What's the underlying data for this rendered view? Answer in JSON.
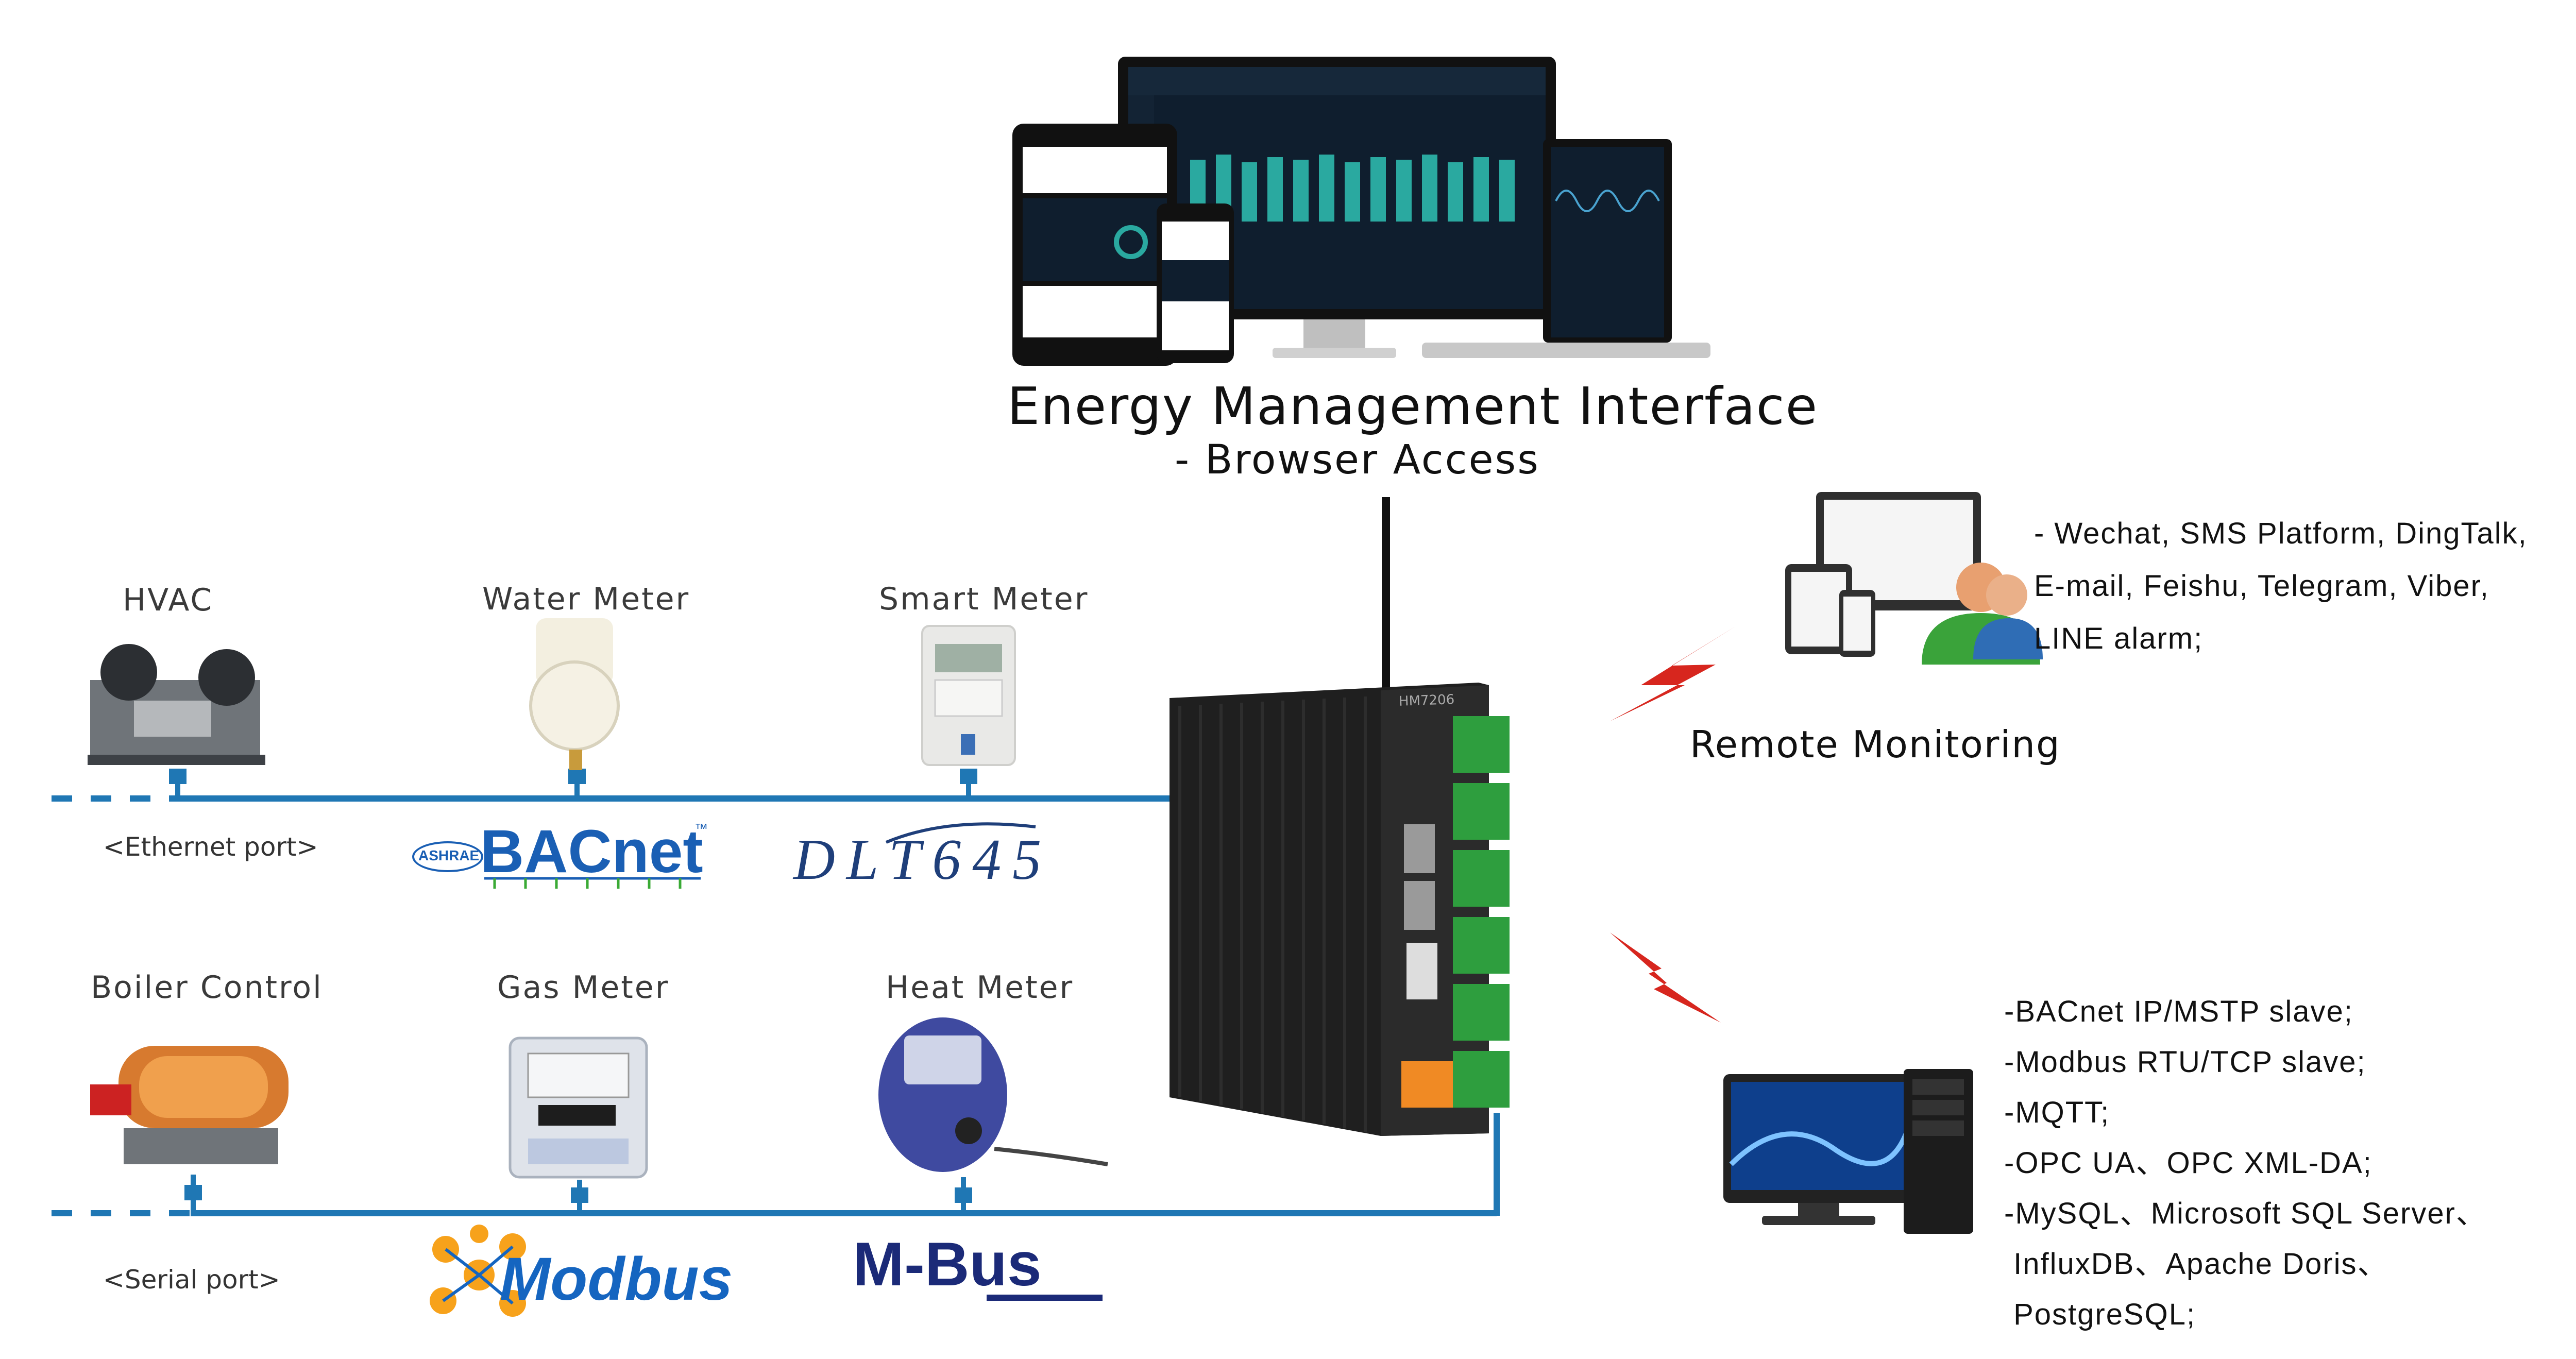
{
  "interface": {
    "title": "Energy Management Interface",
    "subtitle": "- Browser Access"
  },
  "devices_top": [
    {
      "label": "HVAC",
      "icon": "hvac-chiller-icon"
    },
    {
      "label": "Water Meter",
      "icon": "water-meter-icon"
    },
    {
      "label": "Smart Meter",
      "icon": "smart-meter-icon"
    }
  ],
  "devices_bottom": [
    {
      "label": "Boiler Control",
      "icon": "boiler-icon"
    },
    {
      "label": "Gas Meter",
      "icon": "gas-meter-icon"
    },
    {
      "label": "Heat Meter",
      "icon": "heat-meter-icon"
    }
  ],
  "ports": {
    "ethernet": "<Ethernet port>",
    "serial": "<Serial port>"
  },
  "protocol_logos": {
    "bacnet": {
      "main": "BACnet",
      "tm": "™",
      "ashrae": "ASHRAE"
    },
    "dlt645": "DLT645",
    "modbus": "Modbus",
    "mbus": "M-Bus"
  },
  "remote_monitoring": {
    "title": "Remote Monitoring",
    "lines": [
      "- Wechat, SMS Platform, DingTalk,",
      "E-mail, Feishu, Telegram, Viber,",
      "LINE alarm;"
    ]
  },
  "protocols_list": [
    "-BACnet IP/MSTP slave;",
    "-Modbus RTU/TCP slave;",
    "-MQTT;",
    "-OPC UA、OPC XML-DA;",
    "-MySQL、Microsoft SQL Server、",
    " InfluxDB、Apache Doris、",
    " PostgreSQL;"
  ],
  "gateway": {
    "model": "HM7206"
  },
  "colors": {
    "bus_line": "#1f77b4",
    "lightning": "#d7261e",
    "bacnet_blue": "#1a5fb4",
    "bacnet_green": "#3aaa35",
    "modbus_blue": "#1565c0",
    "mbus_navy": "#1b2a78"
  }
}
